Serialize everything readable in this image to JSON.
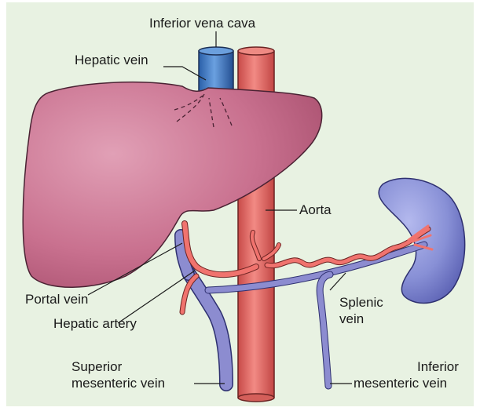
{
  "labels": {
    "inferior_vena_cava": "Inferior vena cava",
    "hepatic_vein": "Hepatic vein",
    "aorta": "Aorta",
    "portal_vein": "Portal vein",
    "hepatic_artery": "Hepatic artery",
    "splenic_vein_line1": "Splenic",
    "splenic_vein_line2": "vein",
    "superior_mesenteric_line1": "Superior",
    "superior_mesenteric_line2": "mesenteric vein",
    "inferior_mesenteric_line1": "Inferior",
    "inferior_mesenteric_line2": "mesenteric vein"
  },
  "colors": {
    "background": "#e8f2e2",
    "liver": "#c9718f",
    "liver_outline": "#4a2233",
    "aorta": "#e5736c",
    "artery": "#f0736e",
    "vein_blue": "#3f78c9",
    "portal_system": "#8c8cd0",
    "spleen": "#8890d6"
  }
}
